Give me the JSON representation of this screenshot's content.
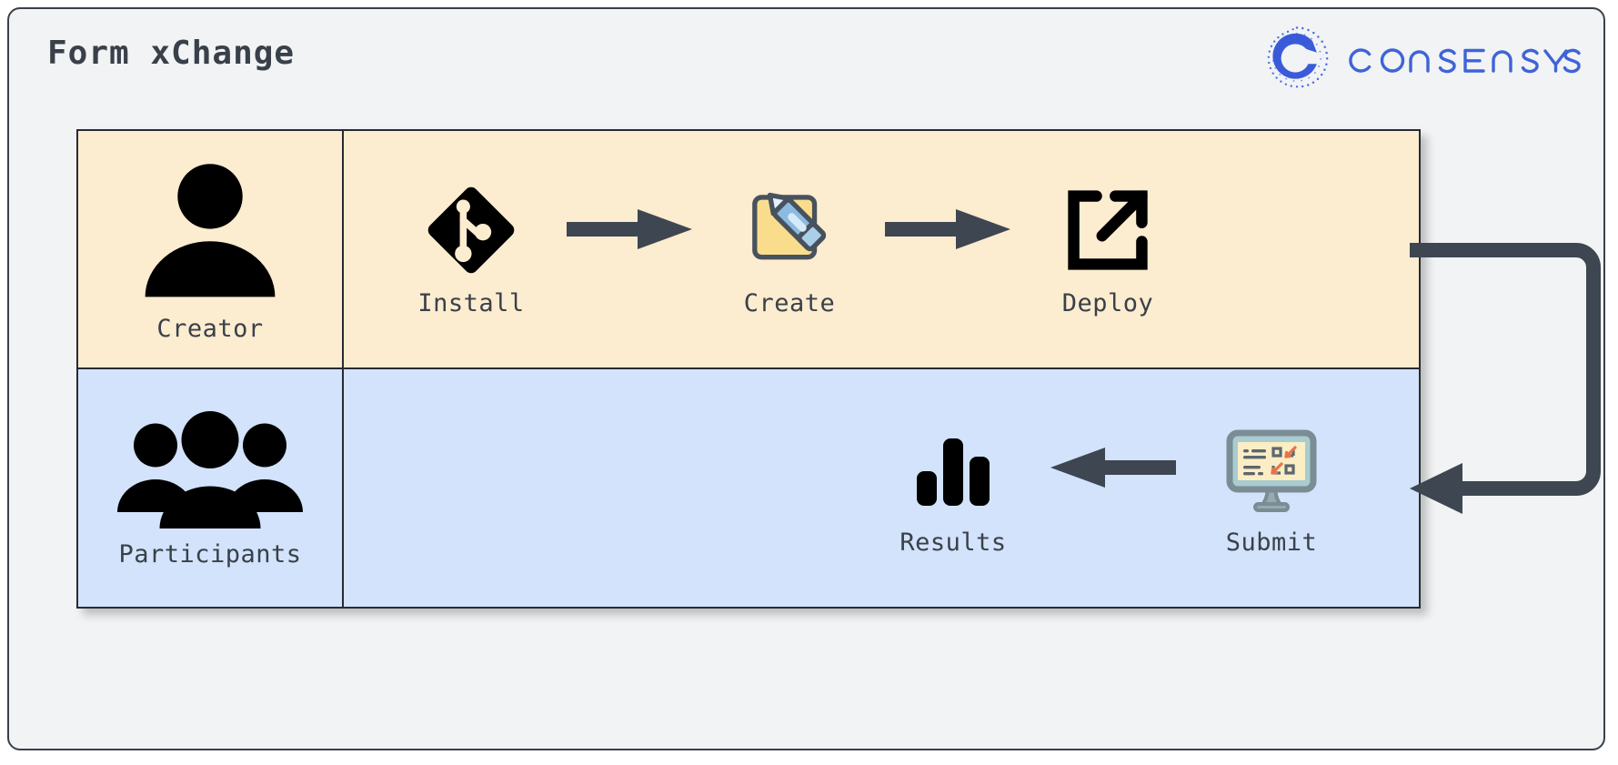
{
  "header": {
    "title": "Form xChange",
    "brand": {
      "mark_name": "consensys-logo-mark",
      "wordmark": "CONSENSYS",
      "color": "#3f63d8"
    }
  },
  "diagram": {
    "type": "flow-matrix",
    "rows": [
      {
        "id": "creator",
        "actor": {
          "label": "Creator",
          "icon": "single-person-icon"
        },
        "background": "#fcecd0",
        "steps": [
          {
            "label": "Install",
            "icon": "git-icon"
          },
          {
            "label": "Create",
            "icon": "memo-pencil-icon"
          },
          {
            "label": "Deploy",
            "icon": "external-link-icon"
          }
        ],
        "connectors": [
          "arrow-right",
          "arrow-right"
        ]
      },
      {
        "id": "participants",
        "actor": {
          "label": "Participants",
          "icon": "group-people-icon"
        },
        "background": "#d2e3fb",
        "steps": [
          {
            "label": "Results",
            "icon": "bar-chart-icon"
          },
          {
            "label": "Submit",
            "icon": "desktop-form-icon"
          }
        ],
        "connectors": [
          "arrow-left"
        ]
      }
    ],
    "feedback_loop": {
      "name": "deploy-to-submit-loop",
      "direction": "top-right-down-left",
      "color": "#3e4651"
    },
    "colors": {
      "ink": "#3a4049",
      "arrow": "#3e4651",
      "border": "#262b33",
      "page": "#f1f3f4",
      "creator_row": "#fcecd0",
      "participants_row": "#d2e3fb"
    }
  }
}
